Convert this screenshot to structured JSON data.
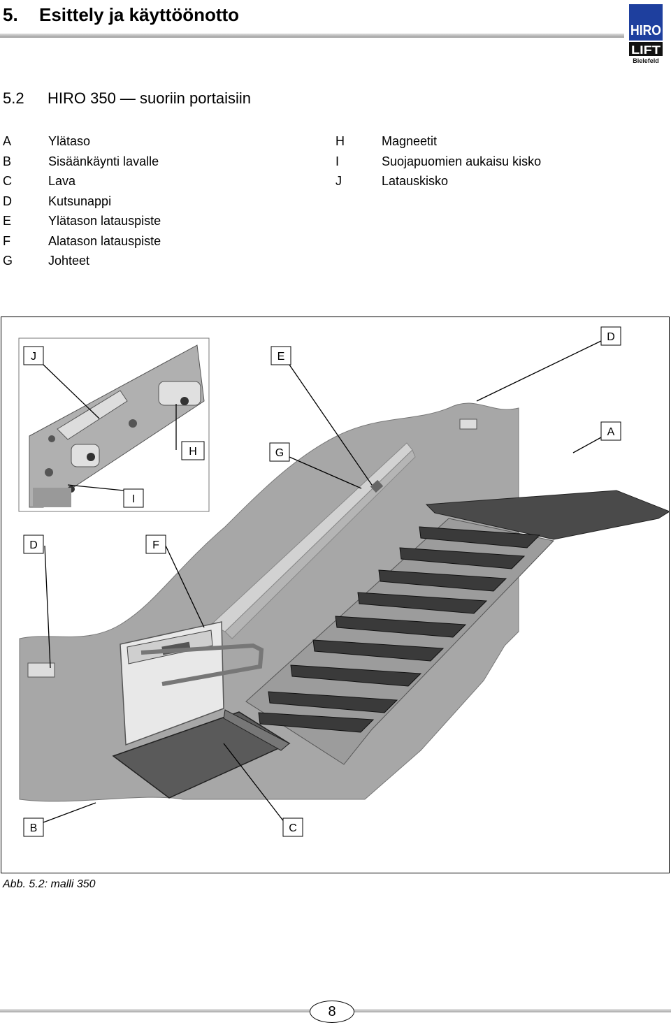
{
  "chapter": {
    "number": "5.",
    "title": "Esittely ja käyttöönotto"
  },
  "logo": {
    "brand_top": "HIRO",
    "brand_mid": "LIFT",
    "city": "Bielefeld",
    "accent": "#1e3f9e"
  },
  "section": {
    "number": "5.2",
    "title": "HIRO 350 — suoriin portaisiin"
  },
  "legend_left": [
    {
      "key": "A",
      "label": "Ylätaso"
    },
    {
      "key": "B",
      "label": "Sisäänkäynti lavalle"
    },
    {
      "key": "C",
      "label": "Lava"
    },
    {
      "key": "D",
      "label": "Kutsunappi"
    },
    {
      "key": "E",
      "label": "Ylätason latauspiste"
    },
    {
      "key": "F",
      "label": "Alatason latauspiste"
    },
    {
      "key": "G",
      "label": "Johteet"
    }
  ],
  "legend_right": [
    {
      "key": "H",
      "label": "Magneetit"
    },
    {
      "key": "I",
      "label": "Suojapuomien aukaisu kisko"
    },
    {
      "key": "J",
      "label": "Latauskisko"
    }
  ],
  "figure": {
    "callouts": {
      "J": "J",
      "E": "E",
      "D_top": "D",
      "A": "A",
      "H": "H",
      "G": "G",
      "I": "I",
      "D_bottom": "D",
      "F": "F",
      "B": "B",
      "C": "C"
    },
    "colors": {
      "wall": "#a7a7a7",
      "tread": "#3a3a3a",
      "frame": "#9c9c9c",
      "rail": "#d2d2d2"
    }
  },
  "caption": "Abb. 5.2: malli 350",
  "page_number": "8"
}
